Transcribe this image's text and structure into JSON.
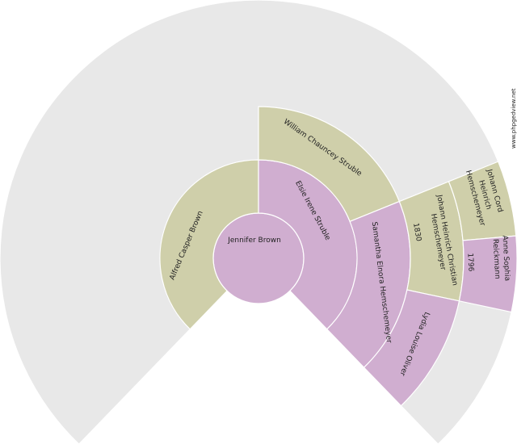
{
  "colors": {
    "background_fan": "#e8e8e8",
    "male": "#cfcfaa",
    "female": "#d0aed0"
  },
  "root": {
    "name": "Jennifer Brown"
  },
  "generation1": {
    "father": {
      "name": "Alfred Casper Brown"
    },
    "mother": {
      "name": "Elsie Irene Struble"
    }
  },
  "generation2": {
    "maternal_grandfather": {
      "name": "William Chauncey Struble"
    },
    "maternal_grandmother": {
      "name": "Samantha Elnora Hemschemeyer"
    }
  },
  "generation3": {
    "great_grandfather": {
      "name_line1": "Johann Heinrich Christian",
      "name_line2": "Hemschemeyer",
      "year": "1830"
    },
    "great_grandmother": {
      "name": "Lydia Louise Oliver"
    }
  },
  "generation4": {
    "gg_grandfather": {
      "name_line1": "Johann Cord",
      "name_line2": "Heinrich",
      "name_line3": "Hemschemeyer"
    },
    "gg_grandmother": {
      "name_line1": "Anne Sophia",
      "name_line2": "Reickmann",
      "year": "1796"
    }
  },
  "credit": {
    "text": "www.phpgedview.net"
  }
}
